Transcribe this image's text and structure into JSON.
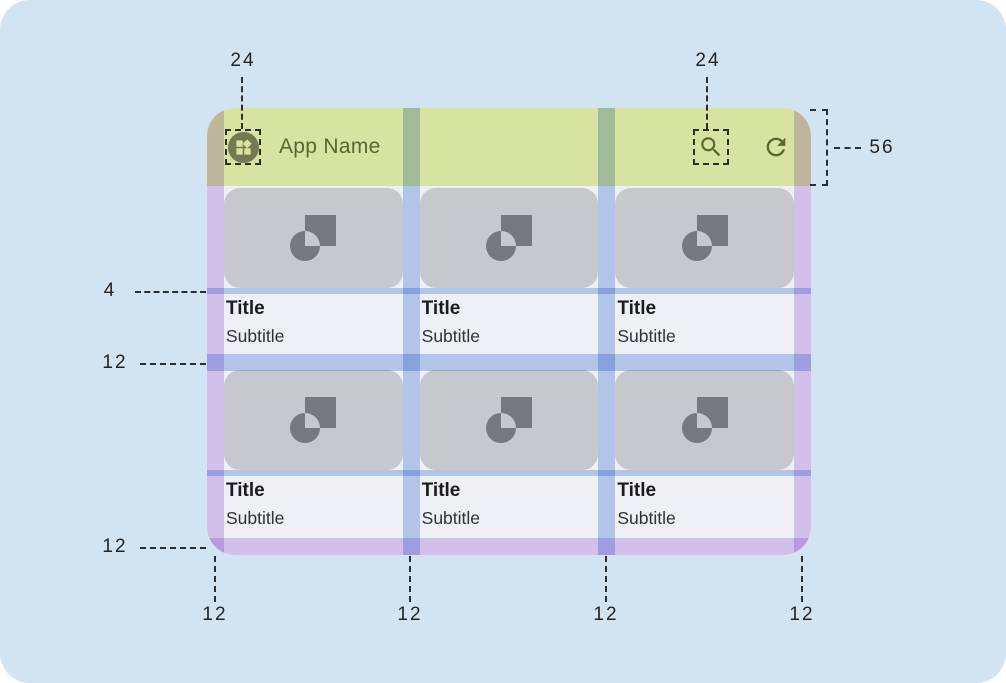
{
  "appbar": {
    "title": "App Name"
  },
  "cards": [
    {
      "title": "Title",
      "subtitle": "Subtitle"
    },
    {
      "title": "Title",
      "subtitle": "Subtitle"
    },
    {
      "title": "Title",
      "subtitle": "Subtitle"
    },
    {
      "title": "Title",
      "subtitle": "Subtitle"
    },
    {
      "title": "Title",
      "subtitle": "Subtitle"
    },
    {
      "title": "Title",
      "subtitle": "Subtitle"
    }
  ],
  "annotations": {
    "app_icon_size": "24",
    "action_icon_size": "24",
    "appbar_height": "56",
    "image_text_gap": "4",
    "row_gap": "12",
    "bottom_margin": "12",
    "column_keylines": [
      "12",
      "12",
      "12",
      "12"
    ]
  },
  "icons": {
    "app_logo": "widgets-icon",
    "search": "search-icon",
    "refresh": "refresh-icon",
    "card_placeholder": "shape-placeholder-icon"
  },
  "colors": {
    "canvas-bg": "#d2e3f2",
    "appbar-bg": "#d7e3a0",
    "appbar-ink": "#5a6631",
    "appbar-icon": "#5c672e",
    "logo-bg": "#75794d",
    "logo-glyph": "#d7e3a0",
    "content-bg": "#edf0f4",
    "image-bg": "#c5c8cd",
    "image-icon": "#75787d",
    "title-ink": "#1a1c1e",
    "subtitle-ink": "#2e3237",
    "margin-overlay": "#e2ccf5",
    "gutter-overlay": "#bfd2f4",
    "annotation-ink": "#242424",
    "dash-ink": "#2e2e2e"
  }
}
